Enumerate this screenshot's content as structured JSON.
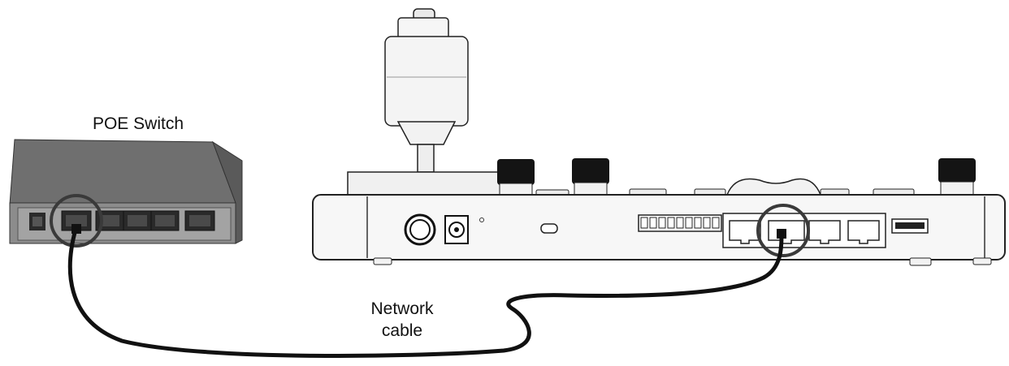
{
  "labels": {
    "switch_title": "POE Switch",
    "cable_line1": "Network",
    "cable_line2": "cable"
  },
  "colors": {
    "switch_body": "#7d7d7d",
    "switch_top": "#6a6a6a",
    "switch_front": "#999999",
    "outline": "#222222",
    "cable": "#111111",
    "highlight_ring": "#444444",
    "knob": "#111111"
  }
}
